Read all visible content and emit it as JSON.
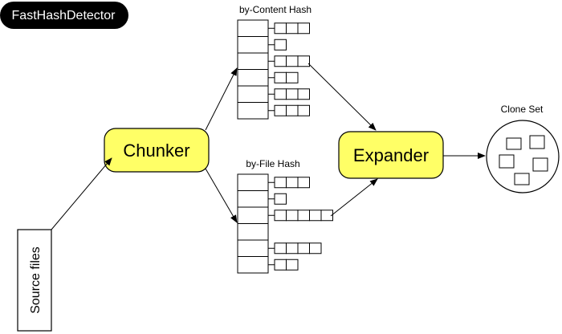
{
  "title_badge": {
    "label": "FastHashDetector"
  },
  "source": {
    "label": "Source files"
  },
  "chunker": {
    "label": "Chunker"
  },
  "expander": {
    "label": "Expander"
  },
  "content_hash": {
    "title": "by-Content Hash",
    "chain_lengths": [
      3,
      1,
      3,
      2,
      3,
      3
    ]
  },
  "file_hash": {
    "title": "by-File Hash",
    "chain_lengths": [
      3,
      1,
      5,
      0,
      4,
      2
    ]
  },
  "clone_set": {
    "title": "Clone Set"
  },
  "colors": {
    "process_fill": "#ffff66",
    "stroke": "#000000",
    "badge_bg": "#000000",
    "badge_text": "#ffffff"
  }
}
